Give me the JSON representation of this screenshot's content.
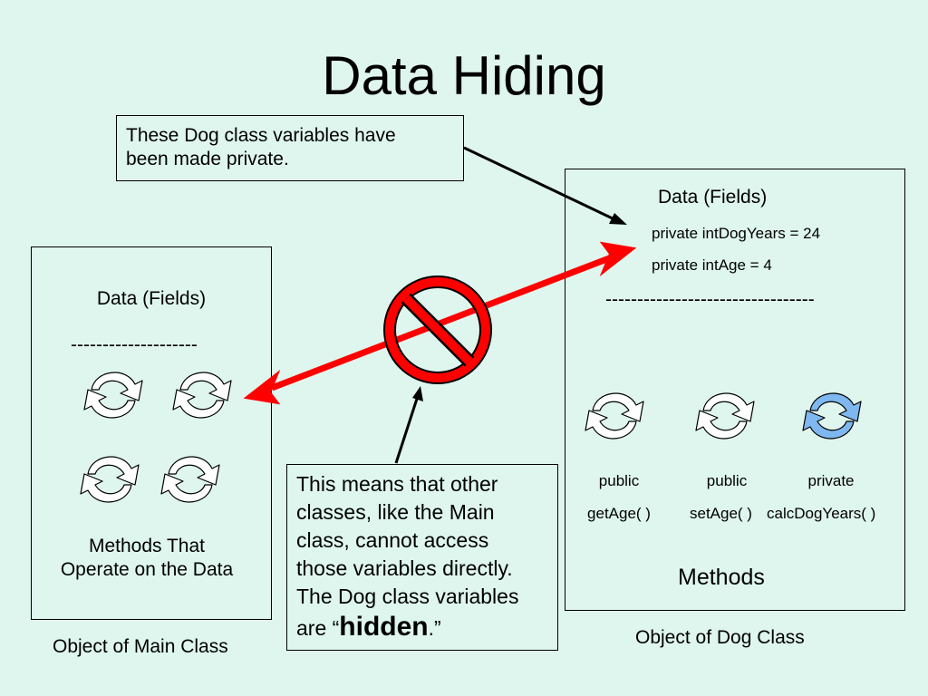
{
  "title": "Data Hiding",
  "callout_top": {
    "line1": "These Dog class variables have",
    "line2": "been made private."
  },
  "main_object": {
    "data_label": "Data (Fields)",
    "divider": "--------------------",
    "methods_line1": "Methods That",
    "methods_line2": "Operate on the Data",
    "caption": "Object of Main Class"
  },
  "dog_object": {
    "data_label": "Data (Fields)",
    "field1": "private intDogYears = 24",
    "field2": "private intAge = 4",
    "divider": "---------------------------------",
    "methods": [
      {
        "modifier": "public",
        "name": "getAge( )"
      },
      {
        "modifier": "public",
        "name": "setAge( )"
      },
      {
        "modifier": "private",
        "name": "calcDogYears( )"
      }
    ],
    "methods_label": "Methods",
    "caption": "Object of Dog Class"
  },
  "callout_bottom": {
    "lines": [
      "This means that other",
      "classes, like the Main",
      "class, cannot access",
      "those variables directly.",
      "The Dog class variables"
    ],
    "last_prefix": "are “",
    "last_bold": "hidden",
    "last_suffix": ".”"
  },
  "colors": {
    "background": "#dff6ee",
    "arrow": "#ff0000",
    "private_method_fill": "#7fb8f0"
  },
  "icons": [
    "method-cycle-icon",
    "no-symbol-icon"
  ]
}
